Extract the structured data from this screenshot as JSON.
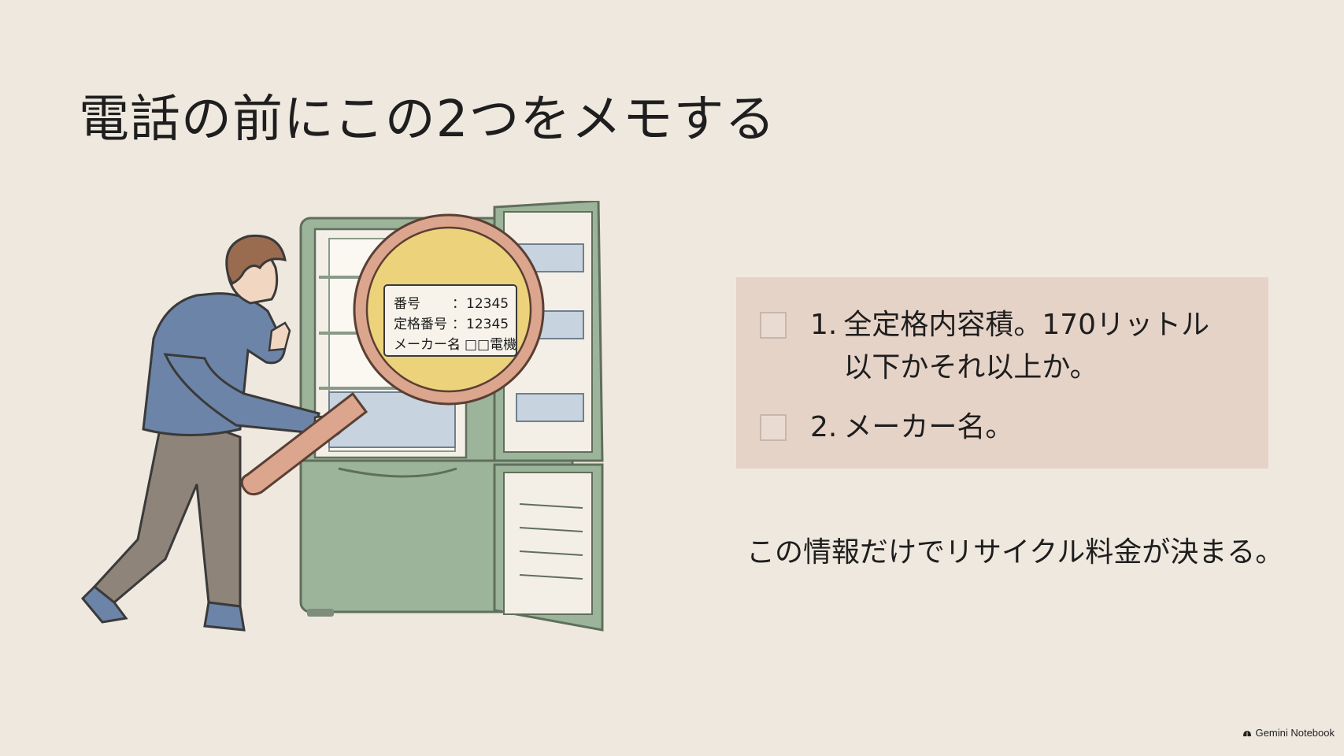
{
  "slide": {
    "title": "電話の前にこの2つをメモする",
    "checklist": [
      {
        "number": "1.",
        "text": "全定格内容積。170リットル以下かそれ以上か。"
      },
      {
        "number": "2.",
        "text": "メーカー名。"
      }
    ],
    "note": "この情報だけでリサイクル料金が決まる。"
  },
  "illustration": {
    "label_rows": [
      {
        "key": "番号",
        "sep": "：",
        "value": "12345"
      },
      {
        "key": "定格番号",
        "sep": "：",
        "value": "12345"
      },
      {
        "key": "メーカー名",
        "sep": "：",
        "value": "□□電機"
      }
    ]
  },
  "footer": {
    "brand": "Gemini Notebook"
  },
  "colors": {
    "background": "#efe8df",
    "fridge": "#9cb49a",
    "fridge_outline": "#5f6f5c",
    "checklist_bg": "#e6d3c8",
    "magnifier_lens": "#ecd27a",
    "magnifier_rim": "#dca58d"
  }
}
